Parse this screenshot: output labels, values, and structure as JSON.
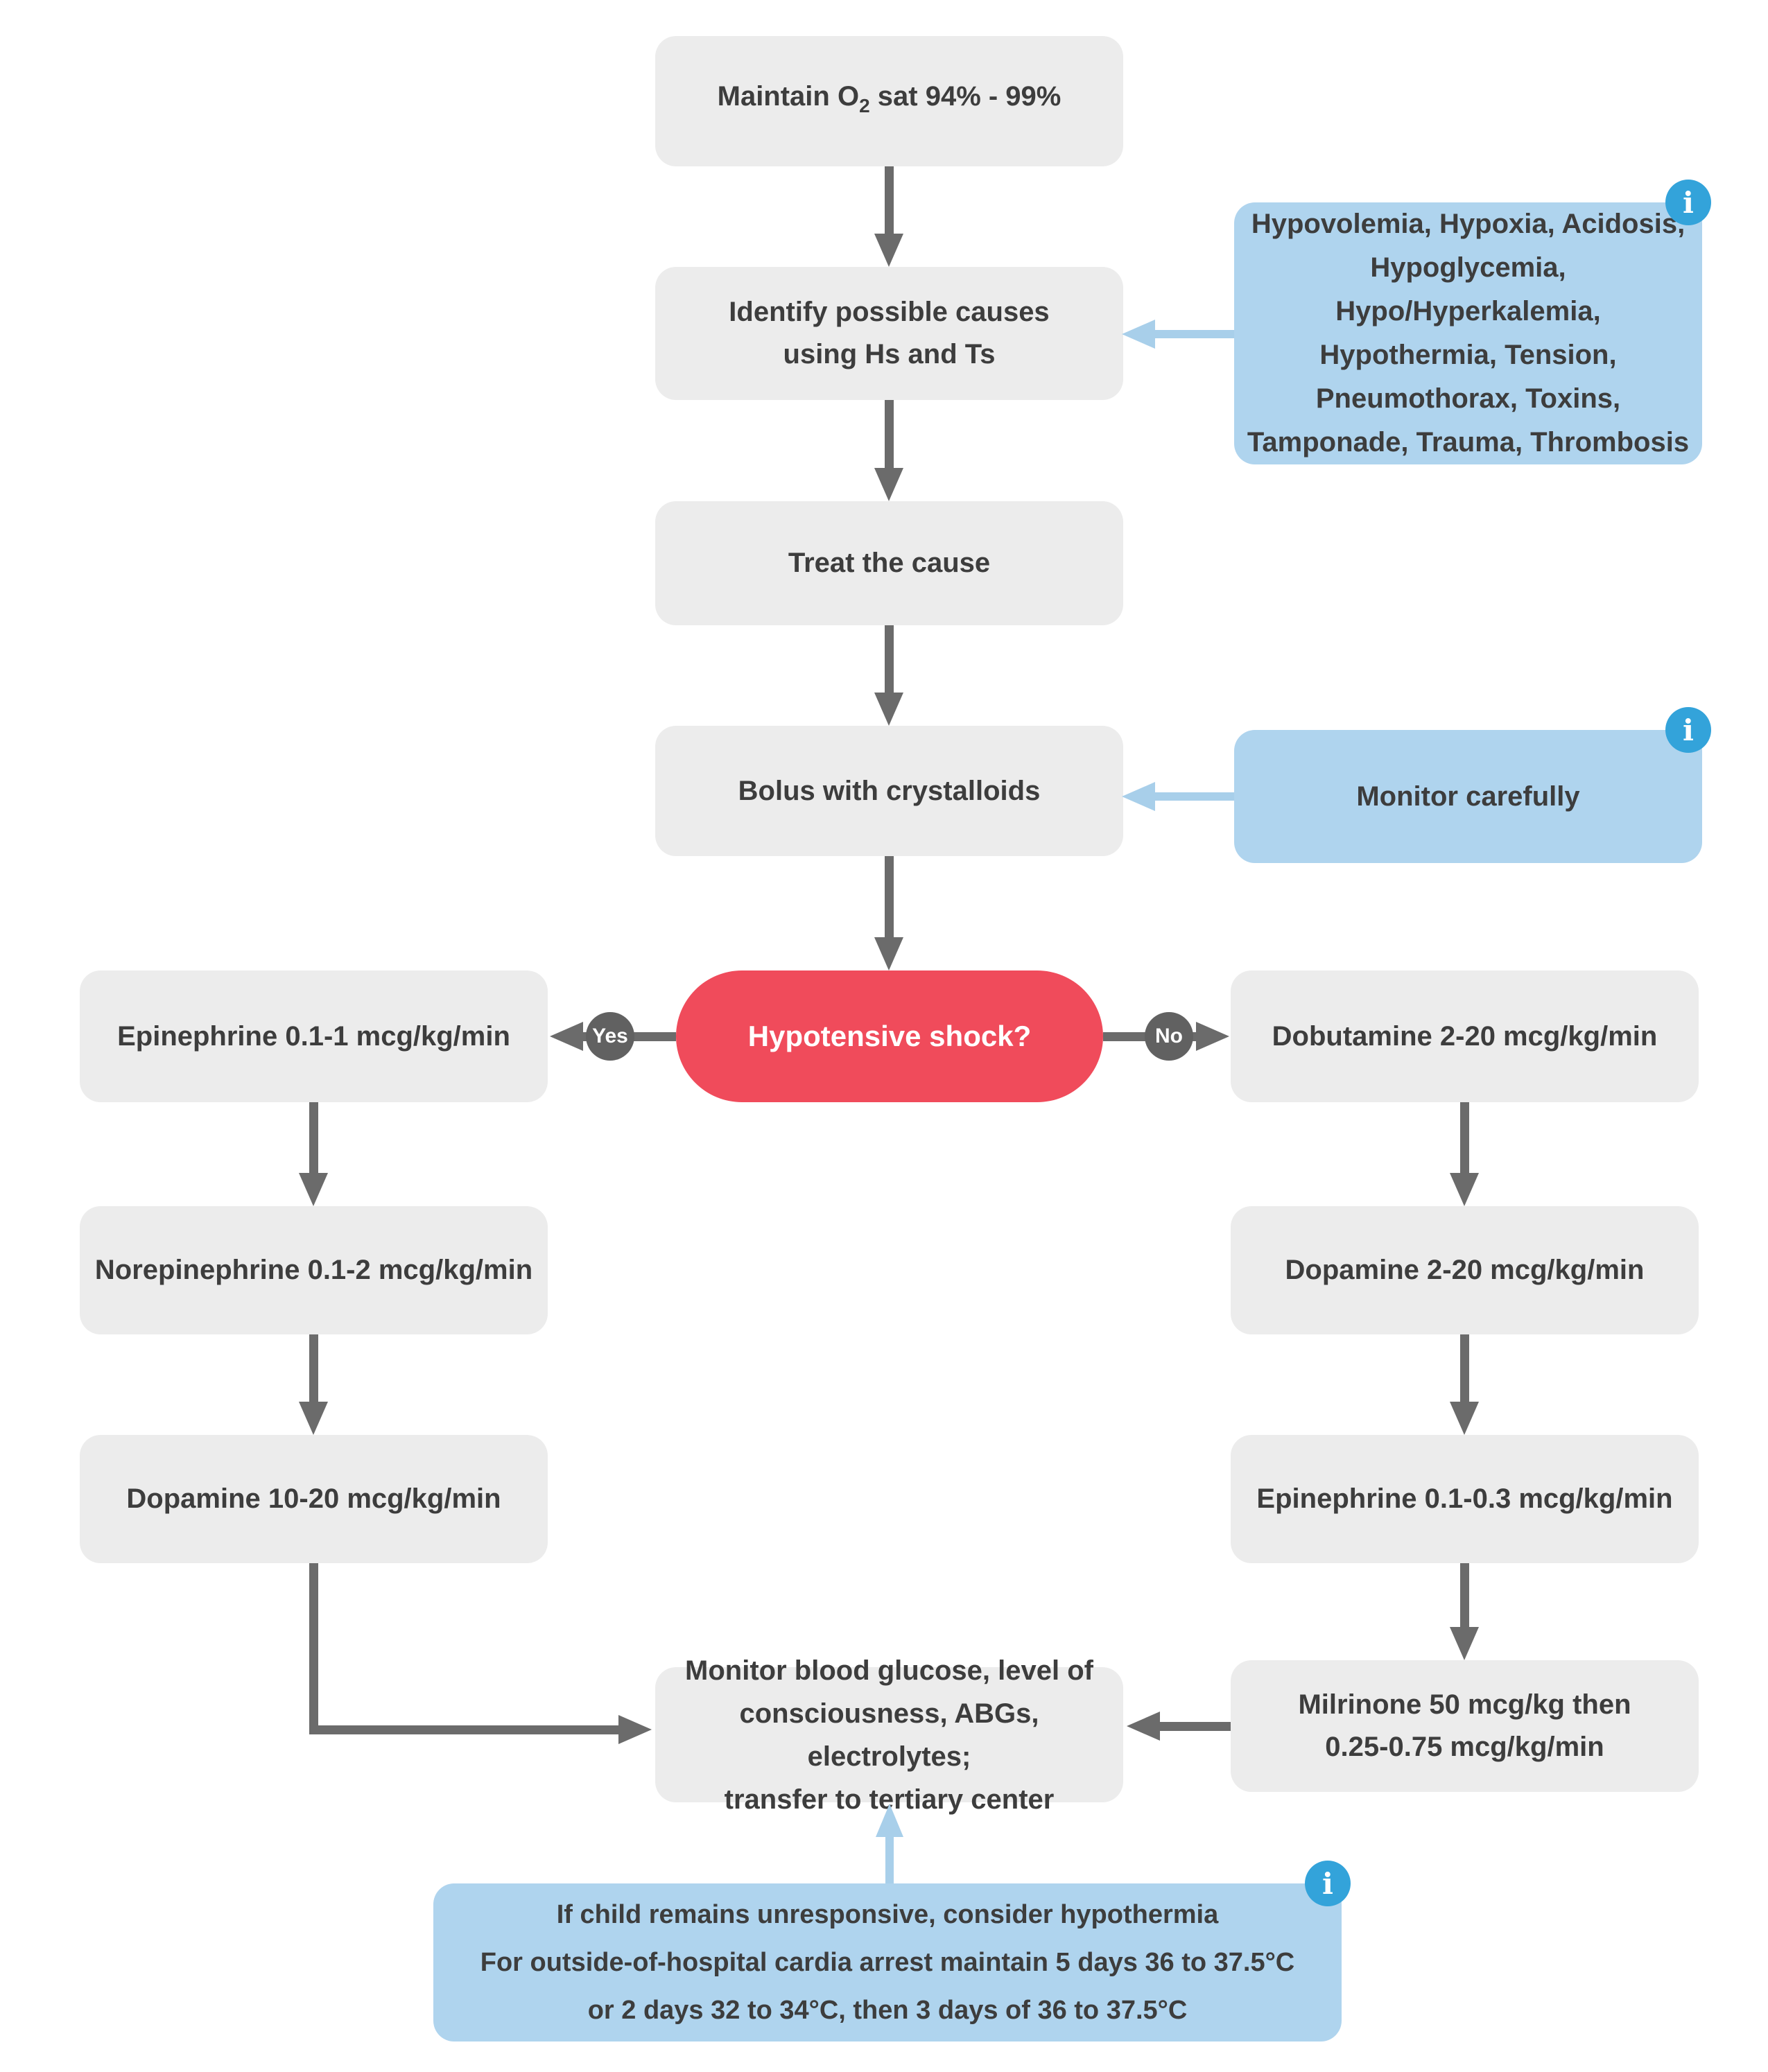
{
  "palette": {
    "node_bg": "#ECECEC",
    "node_text": "#3D3D3D",
    "note_bg": "#AFD4EE",
    "note_arrow": "#A8CFEA",
    "info_icon_bg": "#33A3DA",
    "decision_bg": "#F04B5B",
    "decision_text": "#FFFFFF",
    "arrow": "#6B6B6B",
    "badge_bg": "#616161"
  },
  "nodes": {
    "maintain_o2": {
      "pre": "Maintain O",
      "sub": "2",
      "post": " sat 94% - 99%"
    },
    "identify_causes": {
      "lines": [
        "Identify possible causes",
        "using Hs and Ts"
      ]
    },
    "treat_cause": {
      "label": "Treat the cause"
    },
    "bolus": {
      "label": "Bolus with crystalloids"
    },
    "decision": {
      "label": "Hypotensive shock?",
      "yes_label": "Yes",
      "no_label": "No"
    },
    "left_branch": [
      "Epinephrine 0.1-1 mcg/kg/min",
      "Norepinephrine 0.1-2 mcg/kg/min",
      "Dopamine 10-20 mcg/kg/min"
    ],
    "right_branch": [
      "Dobutamine 2-20 mcg/kg/min",
      "Dopamine 2-20 mcg/kg/min",
      "Epinephrine 0.1-0.3 mcg/kg/min"
    ],
    "milrinone": {
      "lines": [
        "Milrinone 50 mcg/kg then",
        "0.25-0.75 mcg/kg/min"
      ]
    },
    "monitor_glucose": {
      "lines": [
        "Monitor blood glucose, level of",
        "consciousness, ABGs, electrolytes;",
        "transfer to tertiary center"
      ]
    }
  },
  "notes": {
    "info_glyph": "i",
    "info_icon_name": "info-icon",
    "hs_ts": {
      "lines": [
        "Hypovolemia, Hypoxia, Acidosis,",
        "Hypoglycemia,",
        "Hypo/Hyperkalemia,",
        "Hypothermia, Tension,",
        "Pneumothorax, Toxins,",
        "Tamponade, Trauma, Thrombosis"
      ]
    },
    "monitor_carefully": {
      "label": "Monitor carefully"
    },
    "hypothermia": {
      "lines": [
        "If child remains unresponsive, consider hypothermia",
        "For outside-of-hospital cardia arrest maintain 5 days 36 to 37.5°C",
        "or 2 days 32 to 34°C, then 3 days of 36 to 37.5°C"
      ]
    }
  }
}
